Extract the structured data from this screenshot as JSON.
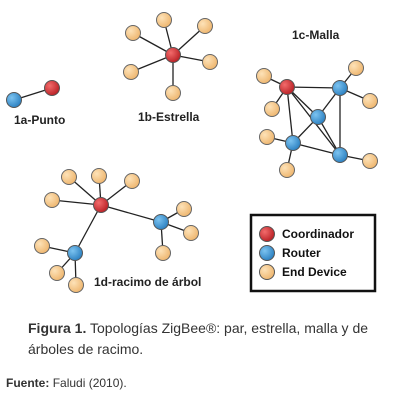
{
  "diagram": {
    "topologies": [
      {
        "id": "1a",
        "label": "1a-Punto"
      },
      {
        "id": "1b",
        "label": "1b-Estrella"
      },
      {
        "id": "1c",
        "label": "1c-Malla"
      },
      {
        "id": "1d",
        "label": "1d-racimo de árbol"
      }
    ],
    "legend": [
      {
        "label": "Coordinador",
        "color": "#d9262b"
      },
      {
        "label": "Router",
        "color": "#3b95d4"
      },
      {
        "label": "End Device",
        "color": "#f7ca8c"
      }
    ]
  },
  "caption": {
    "figure_label": "Figura 1.",
    "text": "Topologías ZigBee®: par, estrella, malla y de árboles de racimo."
  },
  "source": {
    "label": "Fuente:",
    "text": "Faludi (2010)."
  }
}
